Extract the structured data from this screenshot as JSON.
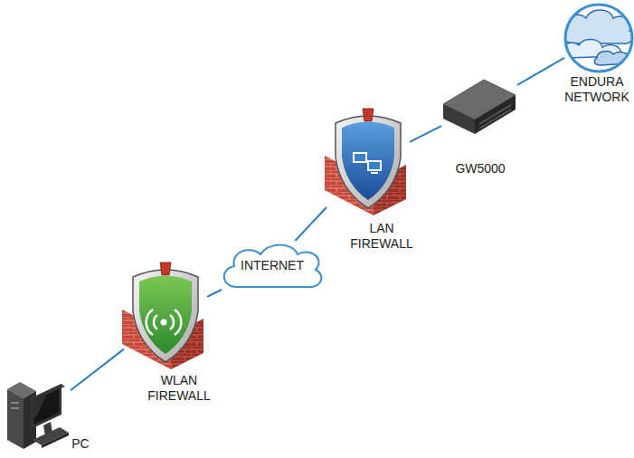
{
  "diagram": {
    "nodes": [
      {
        "text": [
          "PC"
        ]
      },
      {
        "text": [
          "WLAN FIREWALL"
        ]
      },
      {
        "text": [
          "INTERNET"
        ]
      },
      {
        "text": [
          "LAN FIREWALL"
        ]
      },
      {
        "text": [
          "GW5000"
        ]
      },
      {
        "text": [
          "ENDURA NETWORK"
        ]
      }
    ],
    "edges": [
      {
        "from": 0,
        "to": 1,
        "arrow": "none"
      },
      {
        "from": 1,
        "to": 2,
        "arrow": "none"
      },
      {
        "from": 2,
        "to": 3,
        "arrow": "none"
      },
      {
        "from": 3,
        "to": 4,
        "arrow": "none"
      },
      {
        "from": 4,
        "to": 5,
        "arrow": "none"
      }
    ]
  }
}
